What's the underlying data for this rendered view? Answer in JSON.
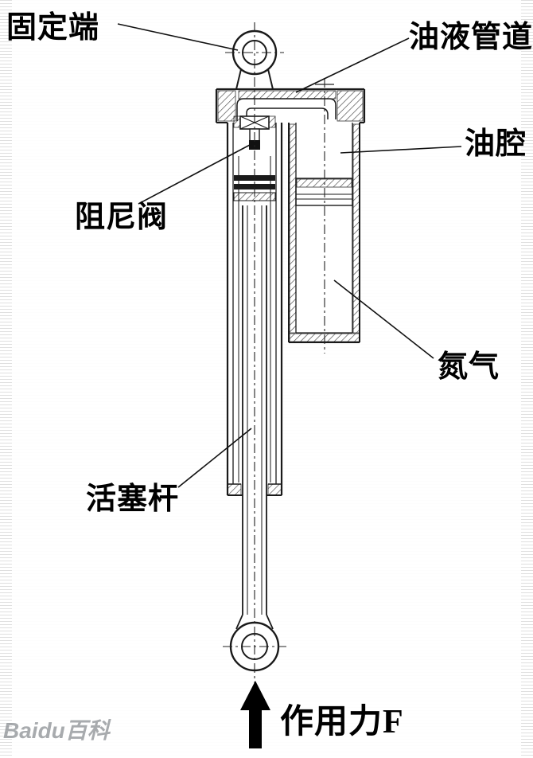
{
  "diagram": {
    "labels": {
      "fixed_end": "固定端",
      "oil_pipeline": "油液管道",
      "oil_chamber": "油腔",
      "damping_valve": "阻尼阀",
      "nitrogen_gas": "氮气",
      "piston_rod": "活塞杆",
      "applied_force": "作用力F"
    },
    "colors": {
      "line": "#1a1a1a",
      "label_text": "#000000",
      "stripe": "#dfdfdf",
      "fill": "#ffffff"
    }
  },
  "watermark": {
    "text": "Baidu百科"
  }
}
